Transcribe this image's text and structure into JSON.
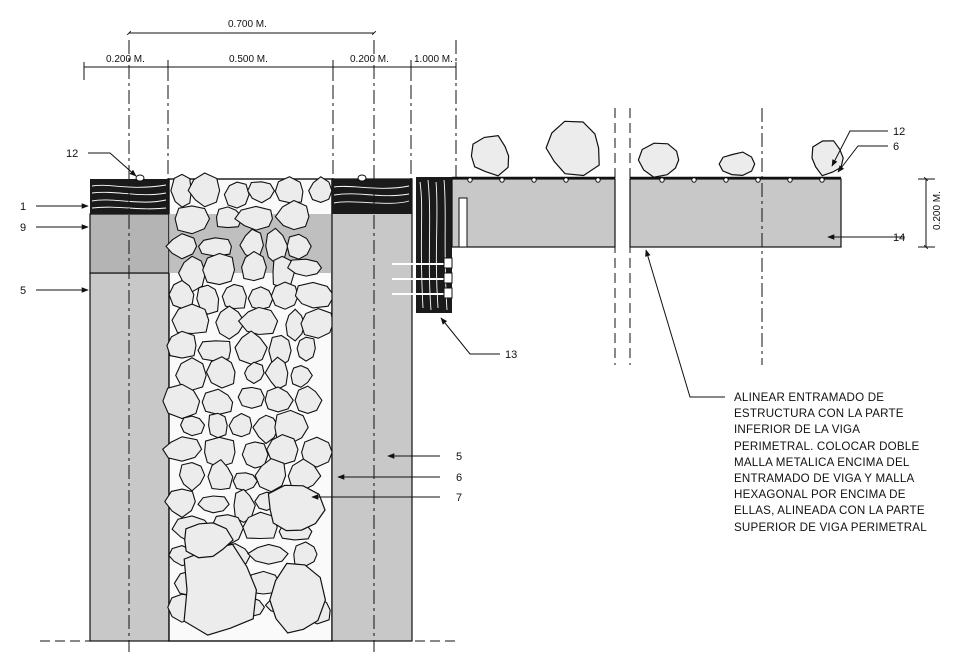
{
  "dimensions": {
    "total": "0.700 M.",
    "left_wall": "0.200 M.",
    "core": "0.500 M.",
    "right_wall": "0.200 M.",
    "beam_gap": "1.000 M.",
    "beam_depth": "0.200 M."
  },
  "callouts": {
    "c1": "1",
    "c9": "9",
    "c5_left": "5",
    "c12_left": "12",
    "c12_right": "12",
    "c6_top": "6",
    "c14": "14",
    "c13": "13",
    "c5_right": "5",
    "c6_right": "6",
    "c7": "7"
  },
  "note": {
    "lines": [
      "ALINEAR ENTRAMADO DE",
      "ESTRUCTURA CON LA PARTE",
      "INFERIOR DE LA VIGA",
      "PERIMETRAL. COLOCAR DOBLE",
      "MALLA METALICA ENCIMA DEL",
      "ENTRAMADO DE VIGA Y MALLA",
      "HEXAGONAL POR ENCIMA DE",
      "ELLAS, ALINEADA CON LA PARTE",
      "SUPERIOR DE VIGA PERIMETRAL"
    ]
  },
  "colors": {
    "fill": "#c8c8c8",
    "rock": "#ececec",
    "stroke": "#111111",
    "timber": "#1a1a1a"
  }
}
